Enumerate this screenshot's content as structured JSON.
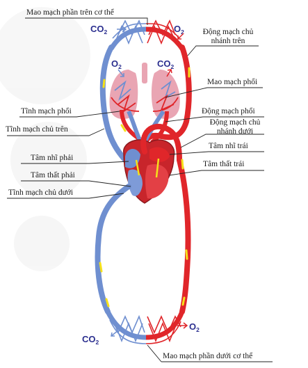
{
  "colors": {
    "artery": "#e0262a",
    "vein": "#6f8fd0",
    "vein_light": "#9db5e6",
    "lung": "#e9a5b3",
    "flow_arrow": "#f5e11a",
    "gas_text": "#2b2f8f",
    "leader_line": "#222222"
  },
  "gases": {
    "co2_main": "CO",
    "co2_sub": "2",
    "o2_main": "O",
    "o2_sub": "2"
  },
  "labels": {
    "mao_mach_phan_tren": "Mao mạch phần trên cơ thể",
    "dong_mach_chu_nhanh_tren_1": "Động mạch chủ",
    "dong_mach_chu_nhanh_tren_2": "nhánh trên",
    "mao_mach_phoi": "Mao mạch phổi",
    "tinh_mach_phoi": "Tĩnh mạch phổi",
    "dong_mach_phoi": "Động mạch phổi",
    "tinh_mach_chu_tren": "Tĩnh mạch chủ trên",
    "dong_mach_chu_nhanh_duoi_1": "Động mạch chủ",
    "dong_mach_chu_nhanh_duoi_2": "nhánh dưới",
    "tam_nhi_trai": "Tâm nhĩ trái",
    "tam_nhi_phai": "Tâm nhĩ phải",
    "tam_that_trai": "Tâm thất trái",
    "tam_that_phai": "Tâm thất phải",
    "tinh_mach_chu_duoi": "Tĩnh mạch chủ dưới",
    "mao_mach_phan_duoi": "Mao mạch phần dưới cơ thể"
  }
}
